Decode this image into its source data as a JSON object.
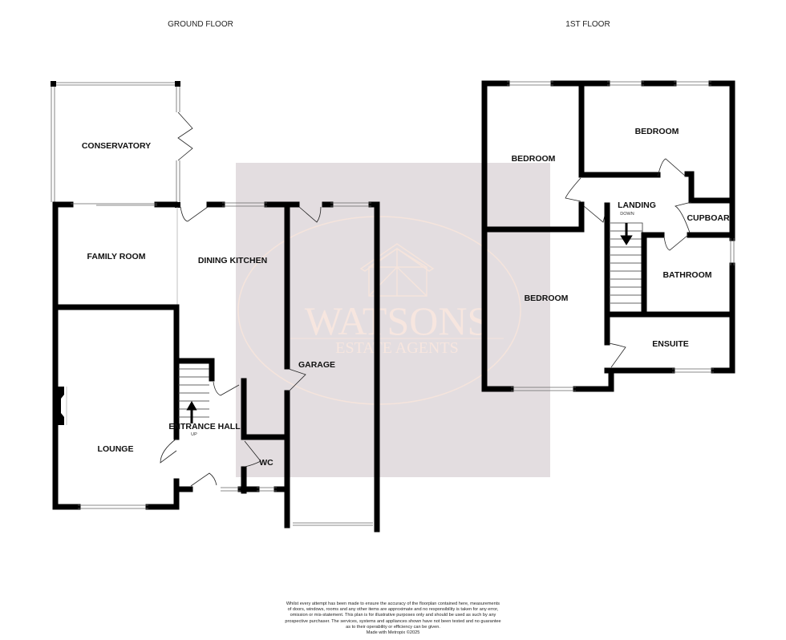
{
  "headings": {
    "ground_floor": "GROUND FLOOR",
    "first_floor": "1ST FLOOR"
  },
  "ground_floor": {
    "rooms": {
      "conservatory": "CONSERVATORY",
      "family_room": "FAMILY  ROOM",
      "dining_kitchen": "DINING KITCHEN",
      "lounge": "LOUNGE",
      "entrance_hall": "ENTRANCE HALL",
      "stairs_direction": "UP",
      "wc": "WC",
      "garage": "GARAGE"
    }
  },
  "first_floor": {
    "rooms": {
      "bedroom_1": "BEDROOM",
      "bedroom_2": "BEDROOM",
      "bedroom_3": "BEDROOM",
      "landing": "LANDING",
      "stairs_direction": "DOWN",
      "cupboard": "CUPBOAR",
      "bathroom": "BATHROOM",
      "ensuite": "ENSUITE"
    }
  },
  "watermark": {
    "brand": "WATSONS",
    "tagline": "ESTATE AGENTS",
    "color": "#e3dde0",
    "text_color": "#f7e6df"
  },
  "disclaimer": {
    "lines": [
      "Whilst every attempt has been made to ensure the accuracy of the floorplan contained here, measurements",
      "of doors, windows, rooms and any other items are approximate and no responsibility is taken for any error,",
      "omission or mis-statement. This plan is for illustrative purposes only and should be used as such by any",
      "prospective purchaser. The services, systems and appliances shown have not been tested and no guarantee",
      "as to their operability or efficiency can be given."
    ],
    "credit": "Made with Metropix ©2025"
  }
}
